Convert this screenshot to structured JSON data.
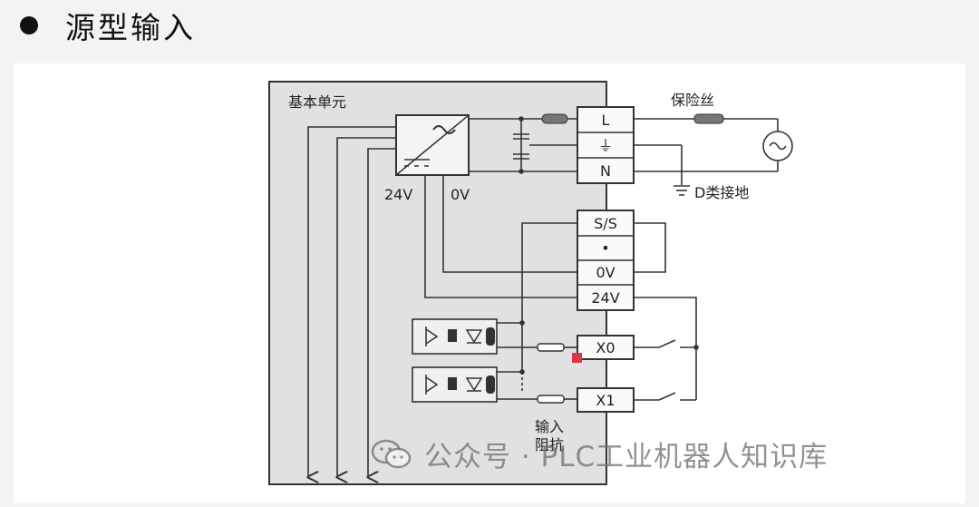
{
  "slide": {
    "title": "源型输入",
    "bullet_color": "#111111"
  },
  "diagram": {
    "base_unit_label": "基本单元",
    "psu_out_24v": "24V",
    "psu_out_0v": "0V",
    "fuse_label": "保险丝",
    "ground_label": "D类接地",
    "terminals": {
      "L": "L",
      "ground": "⏚",
      "N": "N",
      "SS": "S/S",
      "dot": "•",
      "0V": "0V",
      "24V": "24V",
      "X0": "X0",
      "X1": "X1"
    },
    "input_resistor_label_1": "输入",
    "input_resistor_label_2": "阻抗",
    "marker_color": "#e0334a"
  },
  "watermark": {
    "text": "公众号 · PLC工业机器人知识库"
  }
}
